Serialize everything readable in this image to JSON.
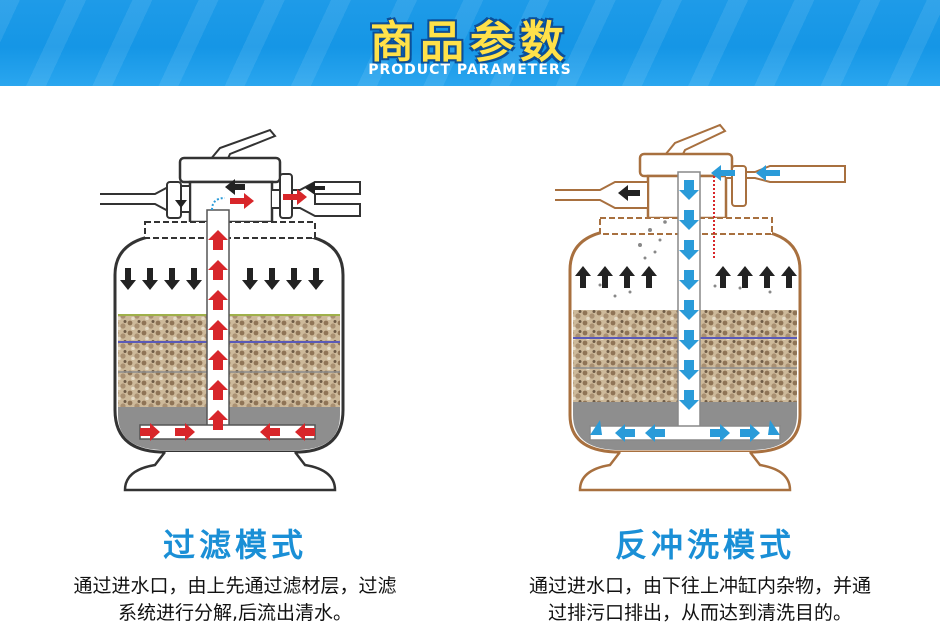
{
  "header": {
    "title": "商品参数",
    "subtitle": "PRODUCT PARAMETERS"
  },
  "panels": [
    {
      "title": "过滤模式",
      "desc_line1": "通过进水口，由上先通过滤材层，过滤",
      "desc_line2": "系统进行分解,后流出清水。"
    },
    {
      "title": "反冲洗模式",
      "desc_line1": "通过进水口，由下往上冲缸内杂物，并通",
      "desc_line2": "过排污口排出，从而达到清洗目的。"
    }
  ],
  "colors": {
    "filter_outline": "#3a3a3a",
    "backwash_outline": "#a8703f",
    "flow_red": "#d8262a",
    "flow_blue": "#2a9bd9",
    "title_blue": "#1a8fd6",
    "banner_yellow": "#ffe14a"
  }
}
